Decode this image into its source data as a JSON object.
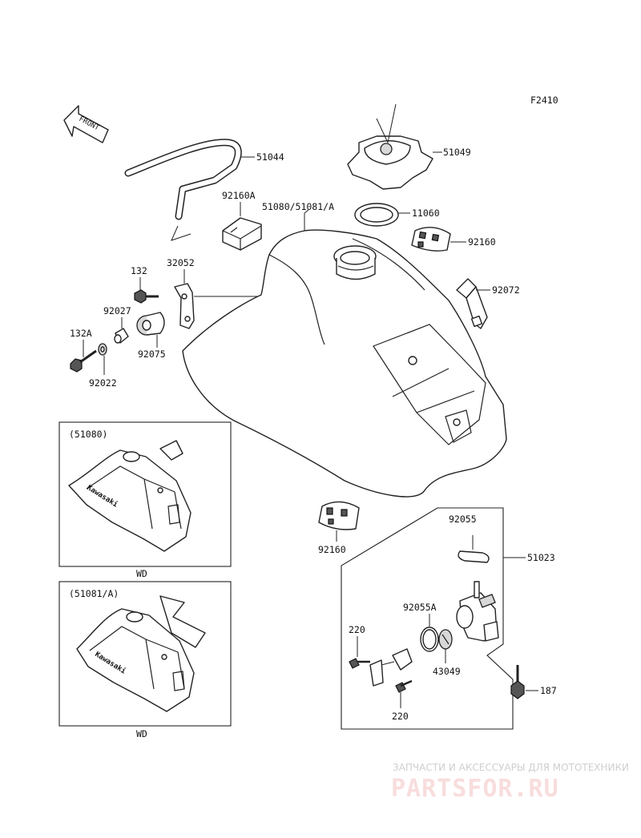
{
  "figure_code": "F2410",
  "front_label": "FRONT",
  "parts": [
    {
      "id": "p51044",
      "label": "51044"
    },
    {
      "id": "p51049",
      "label": "51049"
    },
    {
      "id": "p92160a",
      "label": "92160A"
    },
    {
      "id": "p51080",
      "label": "51080/51081/A"
    },
    {
      "id": "p11060",
      "label": "11060"
    },
    {
      "id": "p92160t",
      "label": "92160"
    },
    {
      "id": "p132",
      "label": "132"
    },
    {
      "id": "p32052",
      "label": "32052"
    },
    {
      "id": "p92072",
      "label": "92072"
    },
    {
      "id": "p92027",
      "label": "92027"
    },
    {
      "id": "p132a",
      "label": "132A"
    },
    {
      "id": "p92075",
      "label": "92075"
    },
    {
      "id": "p92022",
      "label": "92022"
    },
    {
      "id": "p92160b",
      "label": "92160"
    },
    {
      "id": "p92055",
      "label": "92055"
    },
    {
      "id": "p51023",
      "label": "51023"
    },
    {
      "id": "p92055a",
      "label": "92055A"
    },
    {
      "id": "p220t",
      "label": "220"
    },
    {
      "id": "p43049",
      "label": "43049"
    },
    {
      "id": "p220b",
      "label": "220"
    },
    {
      "id": "p187",
      "label": "187"
    }
  ],
  "insets": [
    {
      "id": "inset1",
      "title": "(51080)",
      "brand": "Kawasaki",
      "caption": "WD"
    },
    {
      "id": "inset2",
      "title": "(51081/A)",
      "brand": "Kawasaki",
      "caption": "WD"
    }
  ],
  "watermark": {
    "tagline": "ЗАПЧАСТИ И АКСЕССУАРЫ ДЛЯ МОТОТЕХНИКИ",
    "site": "PARTSFOR.RU",
    "color": "#e04040"
  }
}
